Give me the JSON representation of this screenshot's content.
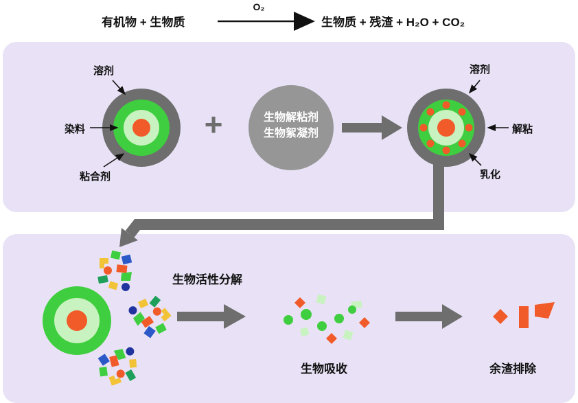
{
  "equation": {
    "lhs": "有机物 + 生物质",
    "catalyst": "O₂",
    "rhs": "生物质 + 残渣 + H₂O + CO₂"
  },
  "stage1": {
    "particle_labels": {
      "solvent": "溶剂",
      "dye": "染料",
      "binder": "粘合剂"
    },
    "plus": "+",
    "agents": {
      "line1": "生物解粘剂",
      "line2": "生物絮凝剂"
    },
    "treated_labels": {
      "solvent": "溶剂",
      "debond": "解粘",
      "emulsify": "乳化"
    }
  },
  "stage2": {
    "decompose": "生物活性分解",
    "absorb": "生物吸收",
    "residue": "余渣排除"
  },
  "colors": {
    "panel": "#E9E2F6",
    "arrow_gray": "#6E6E6E",
    "agent_gray": "#969696",
    "green": "#3FCE3F",
    "light_green": "#C8F2BF",
    "orange": "#F15A29",
    "blue": "#2B59C8",
    "yellow": "#F2C237",
    "teal": "#1FA05A",
    "navy": "#20339E",
    "text": "#111111"
  }
}
